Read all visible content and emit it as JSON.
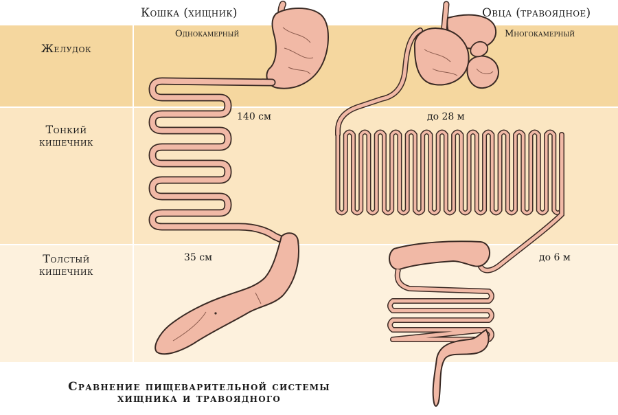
{
  "columns": {
    "cat": {
      "title": "Кошка (хищник)",
      "stomach_type": "Однокамерный"
    },
    "sheep": {
      "title": "Овца (травоядное)",
      "stomach_type": "Многокамерный"
    }
  },
  "rows": {
    "stomach": "Желудок",
    "small_intestine": [
      "Тонкий",
      "кишечник"
    ],
    "large_intestine": [
      "Толстый",
      "кишечник"
    ]
  },
  "measurements": {
    "cat_small_intestine": "140 см",
    "cat_large_intestine": "35 см",
    "sheep_small_intestine": "до 28 м",
    "sheep_large_intestine": "до 6 м"
  },
  "caption": [
    "Сравнение пищеварительной системы",
    "хищника и травоядного"
  ],
  "colors": {
    "stomach_band": "#f5d79f",
    "small_intestine_band": "#fbe6c2",
    "large_intestine_band": "#fdf1dd",
    "organ_fill": "#f1b9a6",
    "organ_outline": "#3a2a24"
  }
}
